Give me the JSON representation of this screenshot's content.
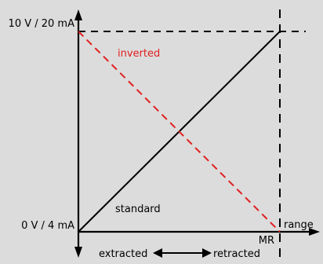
{
  "labels": {
    "y_top": "10 V / 20 mA",
    "y_bottom": "0 V / 4 mA",
    "x_axis": "range",
    "mr": "MR",
    "extracted": "extracted",
    "retracted": "retracted",
    "standard": "standard",
    "inverted": "inverted"
  },
  "colors": {
    "background": "#dcdcdc",
    "axis": "#000000",
    "standard_line": "#000000",
    "inverted_line": "#e02020",
    "inverted_label": "#e02020"
  },
  "lines": {
    "standard": {
      "from": "0 V / 4 mA",
      "to": "10 V / 20 mA"
    },
    "inverted": {
      "from": "10 V / 20 mA",
      "to": "0 V / 4 mA",
      "style": "dashed"
    }
  }
}
